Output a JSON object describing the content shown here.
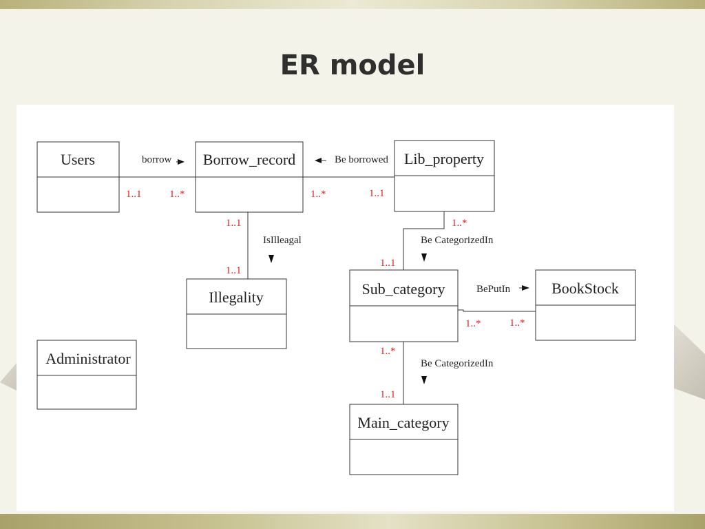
{
  "slide": {
    "title": "ER model"
  },
  "entities": {
    "users": "Users",
    "borrow_record": "Borrow_record",
    "lib_property": "Lib_property",
    "illegality": "Illegality",
    "sub_category": "Sub_category",
    "bookstock": "BookStock",
    "administrator": "Administrator",
    "main_category": "Main_category"
  },
  "relationships": {
    "borrow": "borrow",
    "be_borrowed": "Be borrowed",
    "is_illegal": "IsIlleagal",
    "be_categorized_in_1": "Be CategorizedIn",
    "be_put_in": "BePutIn",
    "be_categorized_in_2": "Be CategorizedIn"
  },
  "multiplicities": {
    "users_borrow": "1..1",
    "borrow_record_users": "1..*",
    "borrow_record_lib": "1..*",
    "lib_borrow_record": "1..1",
    "borrow_record_illegality": "1..1",
    "illegality_borrow_record": "1..1",
    "lib_sub_category": "1..*",
    "sub_category_lib": "1..1",
    "sub_category_bookstock": "1..*",
    "bookstock_sub_category": "1..*",
    "sub_category_main": "1..*",
    "main_sub_category": "1..1"
  },
  "colors": {
    "multiplicity": "#e02020",
    "line": "#333333",
    "title": "#2f2f2f"
  }
}
